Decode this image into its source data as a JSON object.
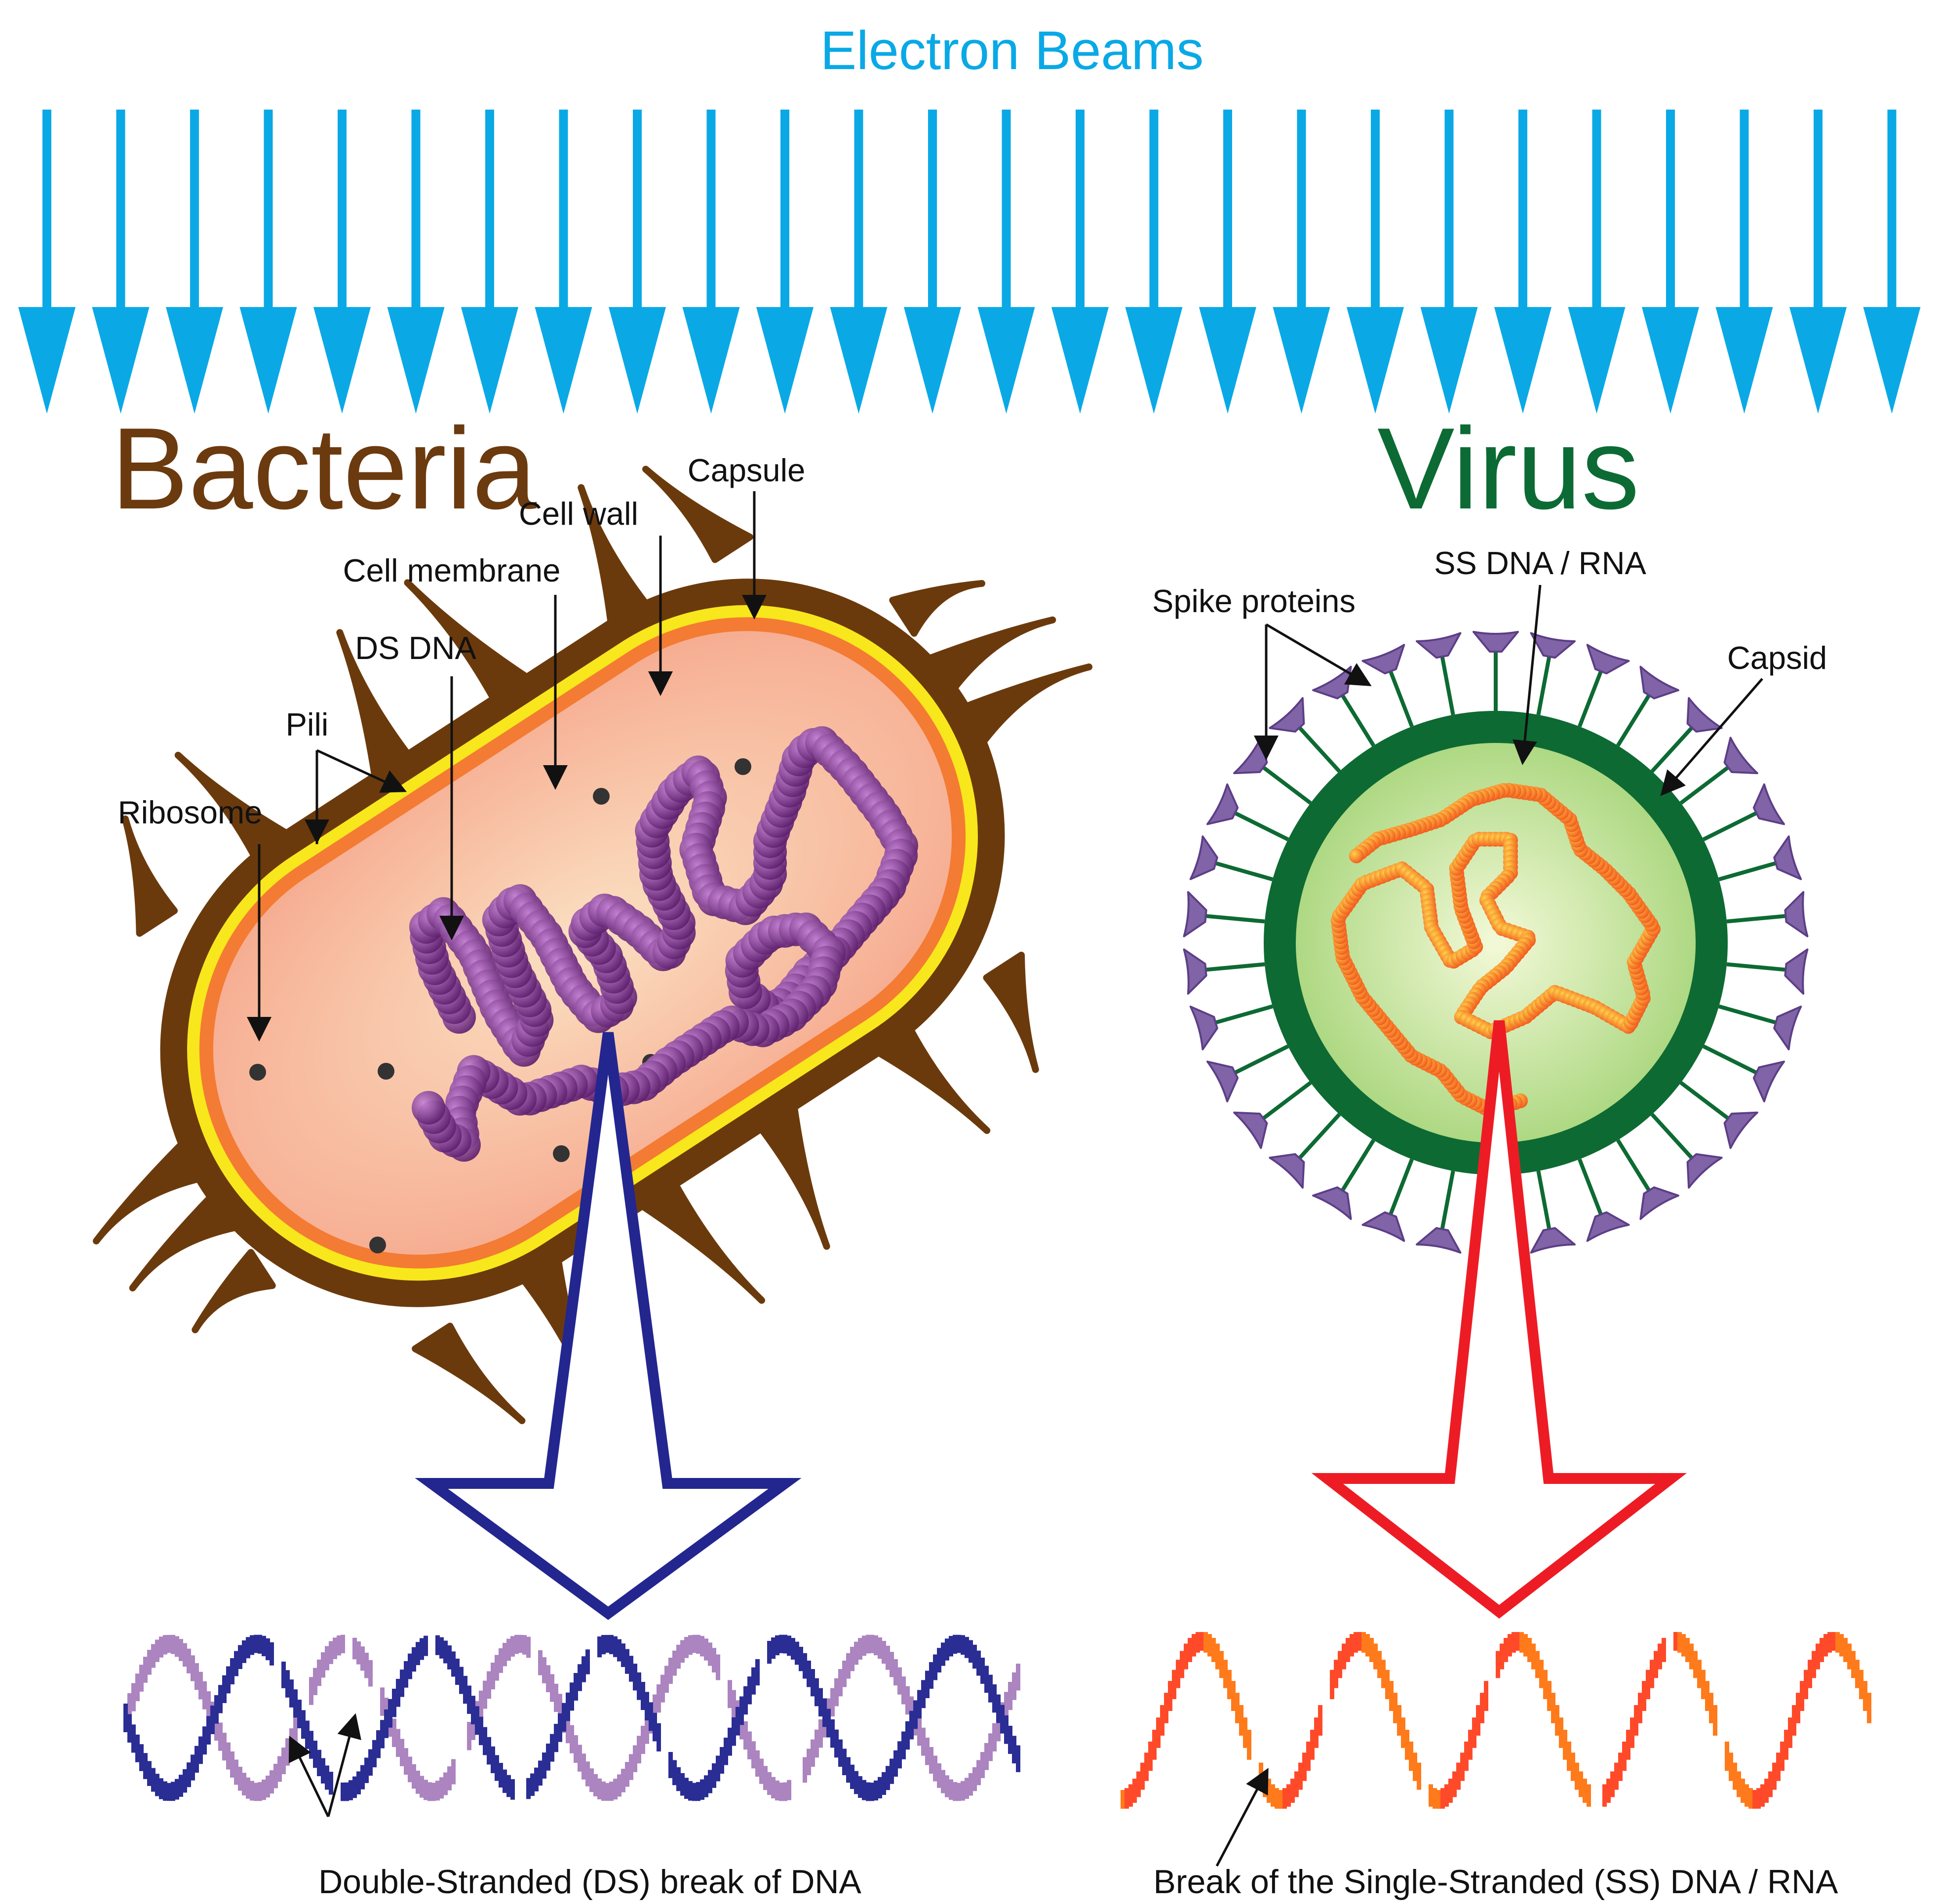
{
  "title": "Electron Beams",
  "bacteria": {
    "heading": "Bacteria",
    "labels": {
      "capsule": "Capsule",
      "cell_wall": "Cell wall",
      "cell_membrane": "Cell membrane",
      "ds_dna": "DS DNA",
      "pili": "Pili",
      "ribosome": "Ribosome"
    },
    "caption": "Double-Stranded (DS) break of DNA"
  },
  "virus": {
    "heading": "Virus",
    "labels": {
      "ss_dna_rna": "SS DNA / RNA",
      "spike_proteins": "Spike proteins",
      "capsid": "Capsid"
    },
    "caption": "Break of the Single-Stranded (SS) DNA / RNA"
  },
  "colors": {
    "beam": "#0aa9e6",
    "bacteria_heading": "#6b3a0e",
    "virus_heading": "#0c6b34",
    "capsule": "#6b3a0c",
    "cell_wall": "#f8e71c",
    "cell_membrane": "#f47b33",
    "cytoplasm": "#f6b194",
    "ds_dna": "#8e3f9c",
    "ds_arrow": "#23268f",
    "dsdna_strand_a": "#2a2d94",
    "dsdna_strand_b": "#ab84c0",
    "virus_capsid": "#0d6a33",
    "virus_core": "#c4e49a",
    "virus_genome": "#f7941d",
    "spike": "#8163a8",
    "ss_arrow": "#ed1c24",
    "ssrna_strand": "#ff4a2a",
    "ssrna_strand_alt": "#ff7a1a"
  }
}
